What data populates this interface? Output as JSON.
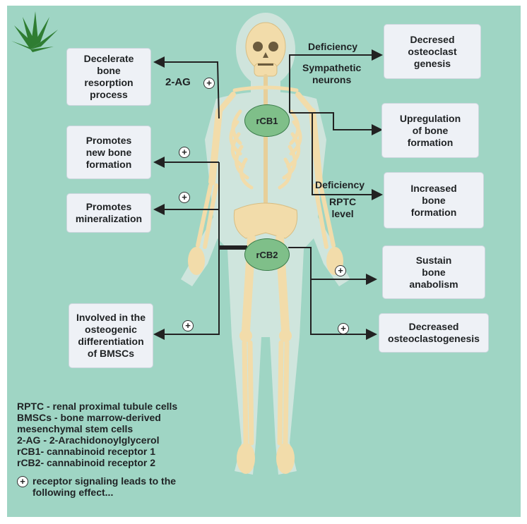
{
  "boxes": {
    "decelerate": "Decelerate\nbone\nresorption\nprocess",
    "promotes_new": "Promotes\nnew bone\nformation",
    "promotes_min": "Promotes\nmineralization",
    "involved": "Involved in the\nosteogenic\ndifferentiation\nof BMSCs",
    "decresed": "Decresed\nosteoclast\ngenesis",
    "upregulation": "Upregulation\nof bone\nformation",
    "increased": "Increased\nbone\nformation",
    "sustain": "Sustain\nbone\nanabolism",
    "decreased": "Decreased\nosteoclastogenesis"
  },
  "labels": {
    "two_ag": "2-AG",
    "deficiency1": "Deficiency",
    "sympathetic": "Sympathetic\nneurons",
    "deficiency2": "Deficiency",
    "rptc_level": "RPTC\nlevel"
  },
  "receptors": {
    "rcb1": "rCB1",
    "rcb2": "rCB2"
  },
  "plus_symbol": "+",
  "legend": {
    "lines": [
      "RPTC - renal proximal tubule cells",
      "BMSCs - bone marrow-derived",
      "mesenchymal stem cells",
      "2-AG - 2-Arachidonoylglycerol",
      "rCB1- cannabinoid receptor 1",
      "rCB2- cannabinoid receptor 2"
    ],
    "plus_text": "receptor signaling leads to the",
    "plus_text_2": "following effect..."
  },
  "colors": {
    "background": "#9fd5c4",
    "box": "#eef1f6",
    "receptor": "#7fbf89",
    "arrow": "#222222",
    "bone": "#f2dcaa"
  }
}
